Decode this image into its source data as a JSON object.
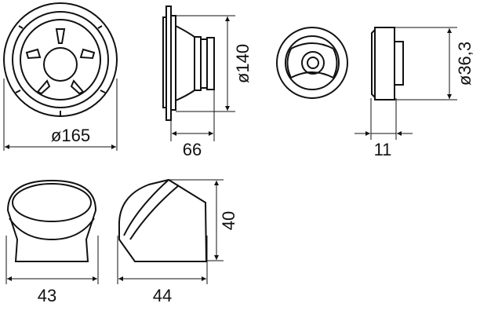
{
  "dimensions": {
    "woofer_diameter": "ø165",
    "woofer_cutout": "ø140",
    "woofer_depth": "66",
    "tweeter_diameter": "ø36,3",
    "tweeter_depth": "11",
    "housing_width_front": "43",
    "housing_width_side": "44",
    "housing_height": "40"
  },
  "colors": {
    "line": "#111111",
    "background": "#ffffff"
  }
}
